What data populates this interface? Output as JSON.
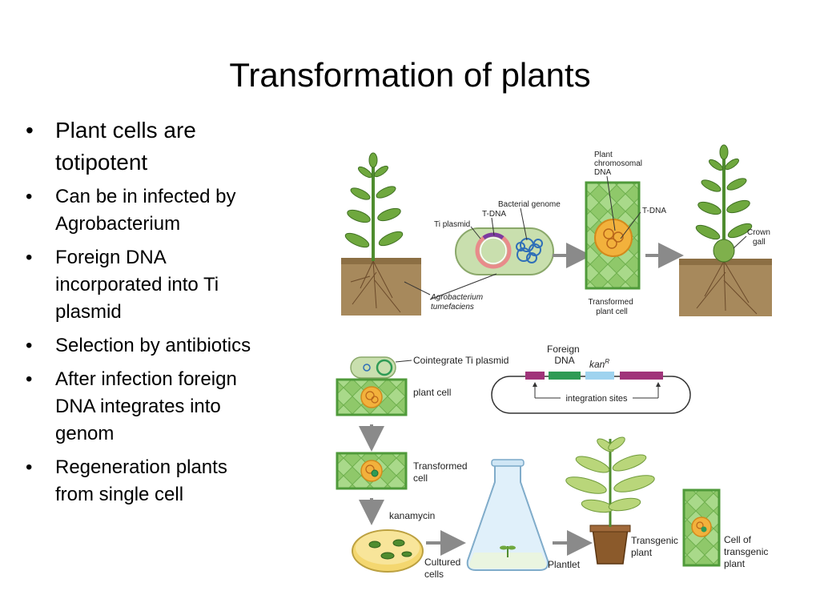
{
  "slide": {
    "title": "Transformation of plants"
  },
  "bullets": [
    "Plant cells are totipotent",
    "Can be in infected by Agrobacterium",
    "Foreign DNA incorporated into Ti plasmid",
    "Selection by antibiotics",
    "After infection foreign DNA integrates into genom",
    "Regeneration plants from single cell"
  ],
  "top_diagram": {
    "ti_plasmid": "Ti plasmid",
    "t_dna": "T-DNA",
    "bacterial_genome": "Bacterial genome",
    "plant_chromosomal_dna": [
      "Plant",
      "chromosomal",
      "DNA"
    ],
    "t_dna_right": "T-DNA",
    "crown_gall": [
      "Crown",
      "gall"
    ],
    "agrobacterium": [
      "Agrobacterium",
      "tumefaciens"
    ],
    "transformed_plant_cell": [
      "Transformed",
      "plant cell"
    ]
  },
  "bottom_diagram": {
    "cointegrate": "Cointegrate Ti plasmid",
    "foreign_dna": [
      "Foreign",
      "DNA"
    ],
    "kan": "kan",
    "kan_sup": "R",
    "integration_sites": "integration sites",
    "plant_cell": "plant cell",
    "transformed_cell": [
      "Transformed",
      "cell"
    ],
    "kanamycin": "kanamycin",
    "cultured_cells": [
      "Cultured",
      "cells"
    ],
    "plantlet": "Plantlet",
    "transgenic_plant": [
      "Transgenic",
      "plant"
    ],
    "cell_of_transgenic_plant": [
      "Cell of",
      "transgenic",
      "plant"
    ]
  },
  "colors": {
    "cell_green": "#8fc86a",
    "cell_border": "#4f9a3a",
    "soil": "#a7895c",
    "arrow_gray": "#8a8a8a",
    "nucleus": "#f2b13c",
    "plasmid_pink": "#e88b8b",
    "genome_blue": "#2f6fb8",
    "foreign_green": "#2f9b55",
    "kan_blue": "#9fd3ef",
    "site_purple": "#a0347a"
  }
}
